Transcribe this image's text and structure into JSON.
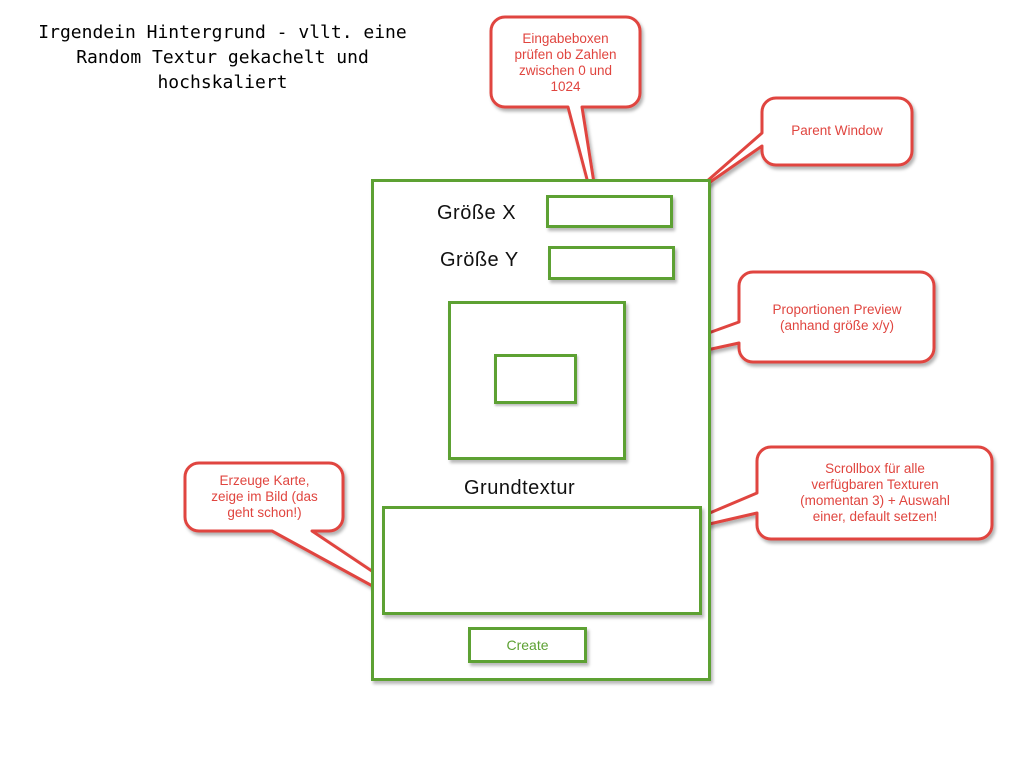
{
  "background_note": {
    "lines": [
      "Irgendein Hintergrund - vllt. eine",
      "Random Textur gekachelt und",
      "hochskaliert"
    ]
  },
  "window": {
    "label_size_x": "Größe X",
    "label_size_y": "Größe Y",
    "label_base_texture": "Grundtextur",
    "create_label": "Create"
  },
  "callouts": {
    "input_check": [
      "Eingabeboxen",
      "prüfen ob Zahlen",
      "zwischen 0 und",
      "1024"
    ],
    "parent_window": [
      "Parent Window"
    ],
    "proportion_preview": [
      "Proportionen Preview",
      "(anhand größe x/y)"
    ],
    "scrollbox": [
      "Scrollbox für alle",
      "verfügbaren Texturen",
      "(momentan 3) + Auswahl",
      "einer, default setzen!"
    ],
    "create_map": [
      "Erzeuge Karte,",
      "zeige im Bild (das",
      "geht schon!)"
    ]
  },
  "colors": {
    "frame_green": "#5da133",
    "callout_red": "#e0453f",
    "text_black": "#111111"
  }
}
